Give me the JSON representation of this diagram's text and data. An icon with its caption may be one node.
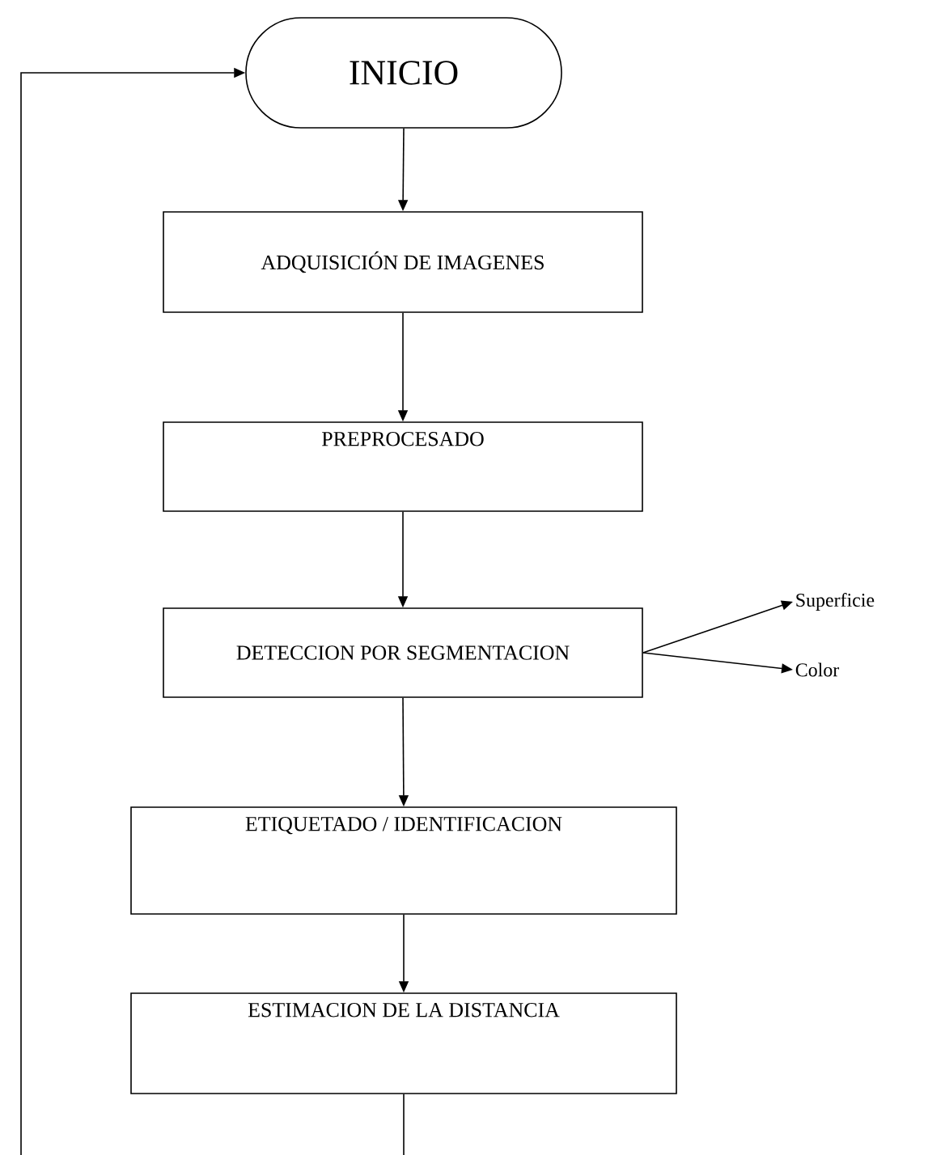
{
  "diagram": {
    "nodes": [
      {
        "text": [
          "INICIO"
        ]
      },
      {
        "text": [
          "ADQUISICIÓN DE IMAGENES"
        ]
      },
      {
        "text": [
          "PREPROCESADO"
        ]
      },
      {
        "text": [
          "DETECCION POR SEGMENTACION"
        ]
      },
      {
        "text": [
          "Superficie"
        ]
      },
      {
        "text": [
          "Color"
        ]
      },
      {
        "text": [
          "ETIQUETADO / IDENTIFICACION"
        ]
      },
      {
        "text": [
          "ESTIMACION DE LA DISTANCIA"
        ]
      }
    ],
    "edges": [
      {
        "from": 0,
        "to": 1,
        "arrow": "to"
      },
      {
        "from": 1,
        "to": 2,
        "arrow": "to"
      },
      {
        "from": 2,
        "to": 3,
        "arrow": "to"
      },
      {
        "from": 3,
        "to": 4,
        "arrow": "to"
      },
      {
        "from": 3,
        "to": 5,
        "arrow": "to"
      },
      {
        "from": 3,
        "to": 6,
        "arrow": "to"
      },
      {
        "from": 6,
        "to": 7,
        "arrow": "to"
      },
      {
        "from": 7,
        "to": null,
        "arrow": "none"
      },
      {
        "from": null,
        "to": 0,
        "arrow": "to"
      }
    ]
  }
}
